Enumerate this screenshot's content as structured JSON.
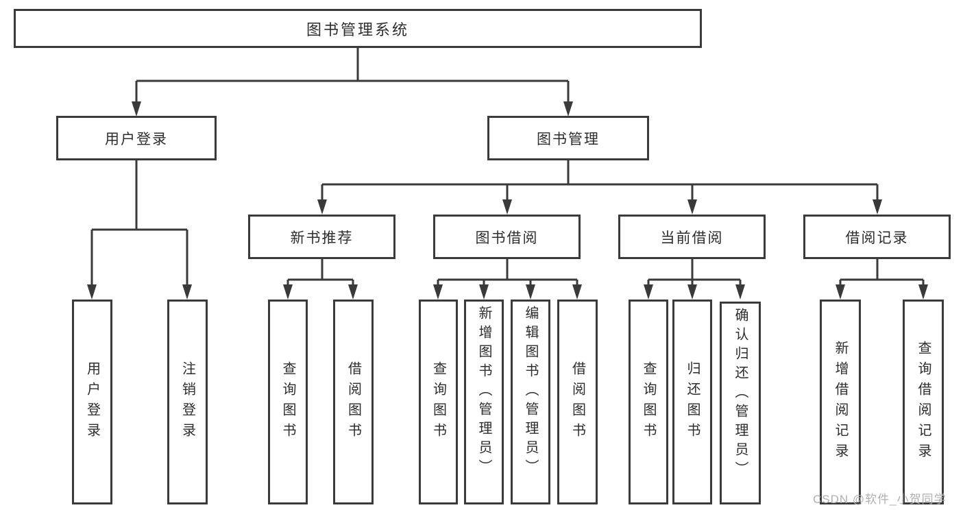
{
  "tree": {
    "label": "图书管理系统",
    "children": [
      {
        "label": "用户登录",
        "children": [
          {
            "label": "用户登录"
          },
          {
            "label": "注销登录"
          }
        ]
      },
      {
        "label": "图书管理",
        "children": [
          {
            "label": "新书推荐",
            "children": [
              {
                "label": "查询图书"
              },
              {
                "label": "借阅图书"
              }
            ]
          },
          {
            "label": "图书借阅",
            "children": [
              {
                "label": "查询图书"
              },
              {
                "label": "新增图书（管理员）"
              },
              {
                "label": "编辑图书（管理员）"
              },
              {
                "label": "借阅图书"
              }
            ]
          },
          {
            "label": "当前借阅",
            "children": [
              {
                "label": "查询图书"
              },
              {
                "label": "归还图书"
              },
              {
                "label": "确认归还（管理员）"
              }
            ]
          },
          {
            "label": "借阅记录",
            "children": [
              {
                "label": "新增借阅记录"
              },
              {
                "label": "查询借阅记录"
              }
            ]
          }
        ]
      }
    ]
  },
  "watermark": {
    "text": "CSDN @软件_小贺同学",
    "color": "#b0b0b0"
  },
  "colors": {
    "line": "#3a3a3a",
    "text": "#2d2d2d",
    "background": "#ffffff"
  }
}
